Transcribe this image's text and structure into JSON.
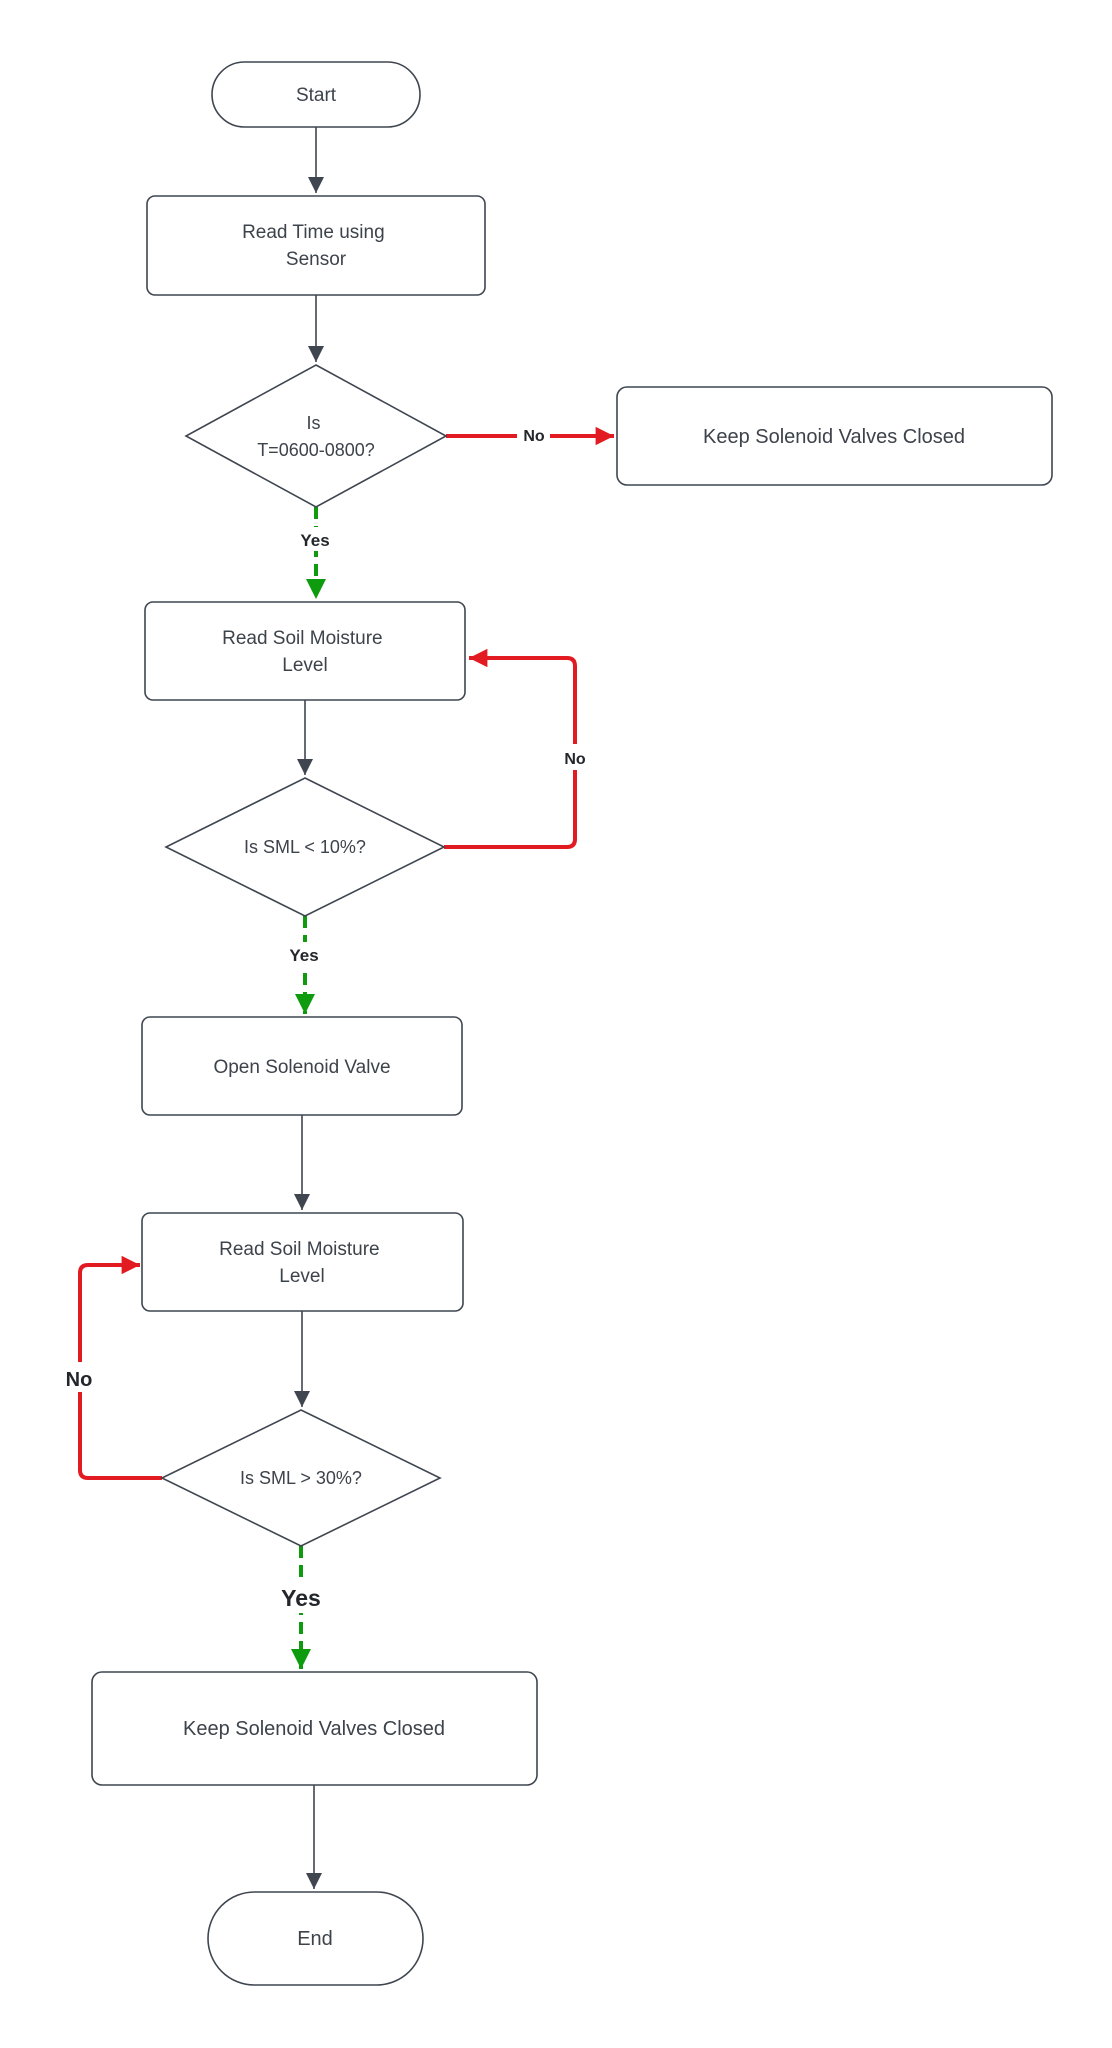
{
  "colors": {
    "red": "#e21b22",
    "green": "#0e9c0e",
    "slate": "#3f4650"
  },
  "nodes": {
    "start": {
      "label": "Start"
    },
    "read_time": {
      "lines": [
        "Read Time using",
        "Sensor"
      ]
    },
    "is_time": {
      "lines": [
        "Is",
        "T=0600-0800?"
      ]
    },
    "keep_closed_right": {
      "label": "Keep Solenoid Valves Closed"
    },
    "read_soil_1": {
      "lines": [
        "Read Soil Moisture",
        "Level"
      ]
    },
    "is_sml_low": {
      "label": "Is SML < 10%?"
    },
    "open_valve": {
      "label": "Open Solenoid Valve"
    },
    "read_soil_2": {
      "lines": [
        "Read Soil Moisture",
        "Level"
      ]
    },
    "is_sml_high": {
      "label": "Is SML > 30%?"
    },
    "keep_closed_bottom": {
      "label": "Keep Solenoid Valves Closed"
    },
    "end": {
      "label": "End"
    }
  },
  "edges": {
    "is_time_no": {
      "label": "No"
    },
    "is_time_yes": {
      "label": "Yes"
    },
    "is_sml_low_no": {
      "label": "No"
    },
    "is_sml_low_yes": {
      "label": "Yes"
    },
    "is_sml_high_no": {
      "label": "No"
    },
    "is_sml_high_yes": {
      "label": "Yes"
    }
  }
}
